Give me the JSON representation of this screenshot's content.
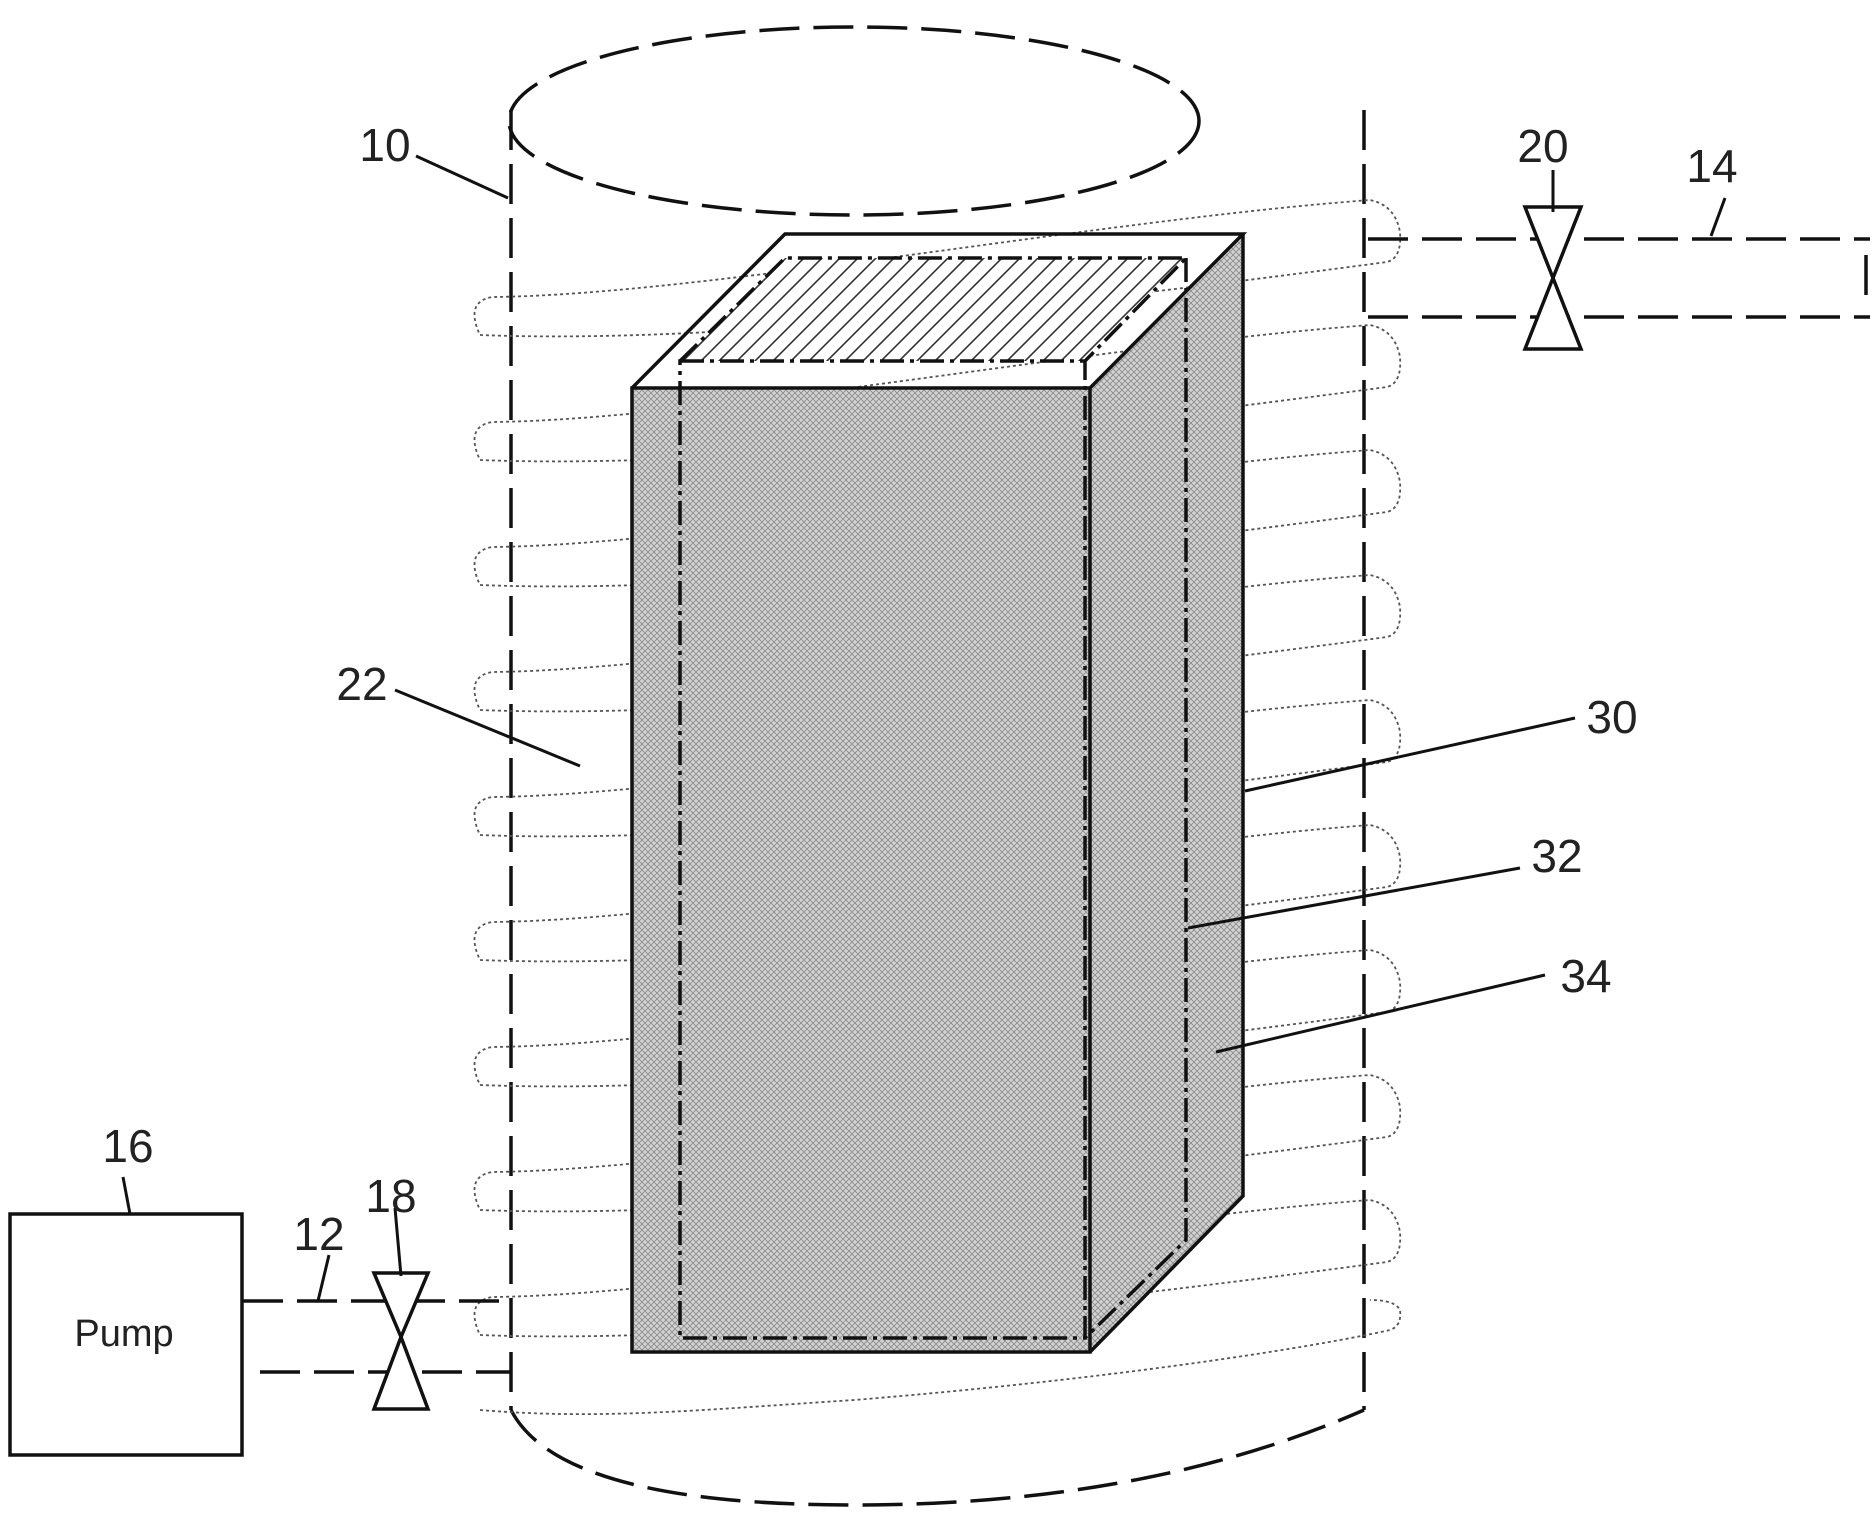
{
  "labels": {
    "chamber": "10",
    "inlet_line": "12",
    "outlet_line": "14",
    "pump": "16",
    "inlet_valve": "18",
    "outlet_valve": "20",
    "heating_coil": "22",
    "container_outer": "30",
    "container_inner": "32",
    "packing_material": "34"
  },
  "pump_text": "Pump",
  "colors": {
    "line": "#111111",
    "coil": "#555555",
    "fill": "#b0b0b0"
  }
}
